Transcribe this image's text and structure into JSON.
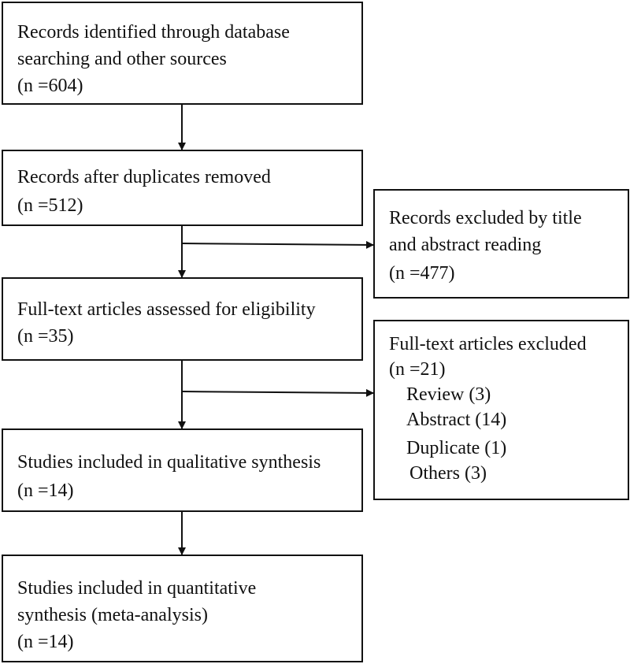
{
  "flow": {
    "identified": {
      "lines": [
        "Records identified through database",
        "searching and other sources",
        "(n =604)"
      ]
    },
    "after_duplicates": {
      "lines": [
        "Records after duplicates removed",
        "(n =512)"
      ]
    },
    "excluded_title": {
      "lines": [
        "Records excluded by title",
        "and abstract reading",
        "(n =477)"
      ]
    },
    "full_text_assessed": {
      "lines": [
        "Full-text articles assessed for eligibility",
        "(n =35)"
      ]
    },
    "full_text_excluded": {
      "lines": [
        "Full-text articles excluded",
        "(n =21)"
      ],
      "reasons": [
        "Review (3)",
        "Abstract (14)",
        "Duplicate (1)",
        "Others (3)"
      ]
    },
    "qualitative": {
      "lines": [
        "Studies included in qualitative synthesis",
        "(n =14)"
      ]
    },
    "quantitative": {
      "lines": [
        "Studies included in quantitative",
        "synthesis (meta-analysis)",
        "(n =14)"
      ]
    }
  }
}
